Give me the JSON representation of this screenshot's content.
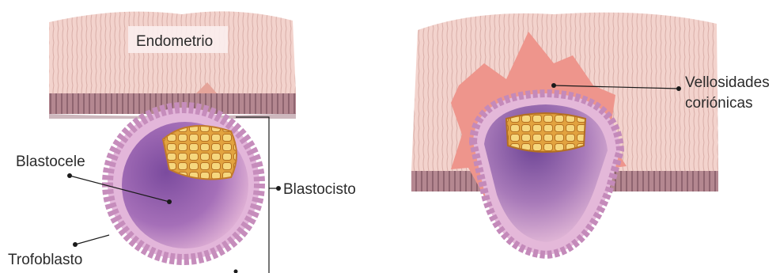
{
  "labels": {
    "endometrio": "Endometrio",
    "blastocele": "Blastocele",
    "blastocisto": "Blastocisto",
    "trofoblasto": "Trofoblasto",
    "vellosidades_line1": "Vellosidades",
    "vellosidades_line2": "coriónicas"
  },
  "colors": {
    "endometrium_tissue": "#f2cfc9",
    "endometrium_lines": "#d7aaa4",
    "epithelium_band": "#a87a86",
    "trophoblast_cells": "#e7b3d8",
    "blastocele_dark": "#8a5aa6",
    "blastocele_light": "#dba9d0",
    "inner_cell_mass": "#e9b04a",
    "villi": "#ec8f86"
  }
}
